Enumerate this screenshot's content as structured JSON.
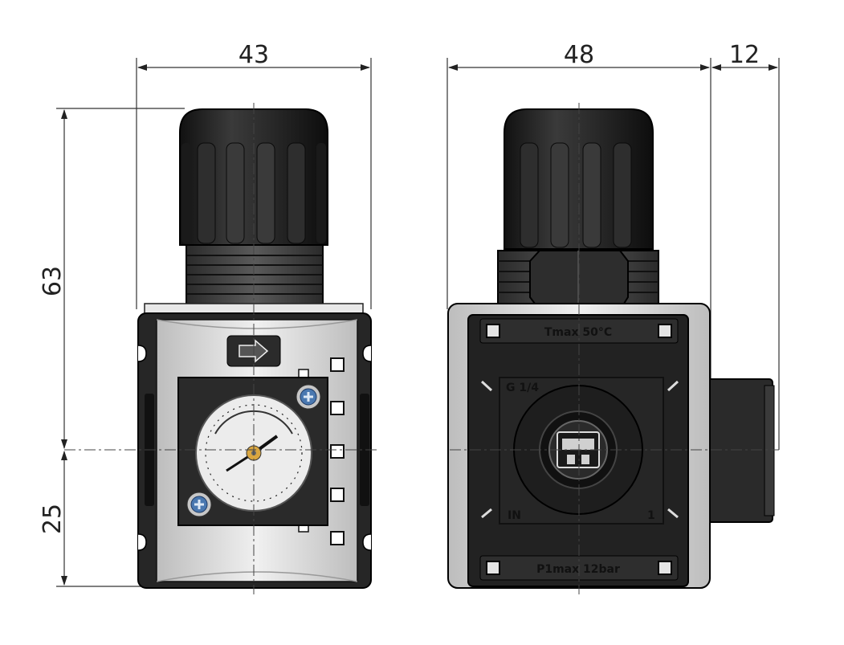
{
  "dimensions": {
    "front_width": "43",
    "side_width": "48",
    "side_extra": "12",
    "height_upper": "63",
    "height_lower": "25"
  },
  "labels": {
    "tmax": "Tmax 50°C",
    "thread": "G 1/4",
    "inlet": "IN",
    "port_number": "1",
    "pmax": "P1max 12bar"
  },
  "colors": {
    "knob": "#1c1c1c",
    "body_dark": "#262626",
    "body_silver": "#d9d9d9",
    "gauge_face": "#ececec",
    "screw": "#4a78b0"
  }
}
